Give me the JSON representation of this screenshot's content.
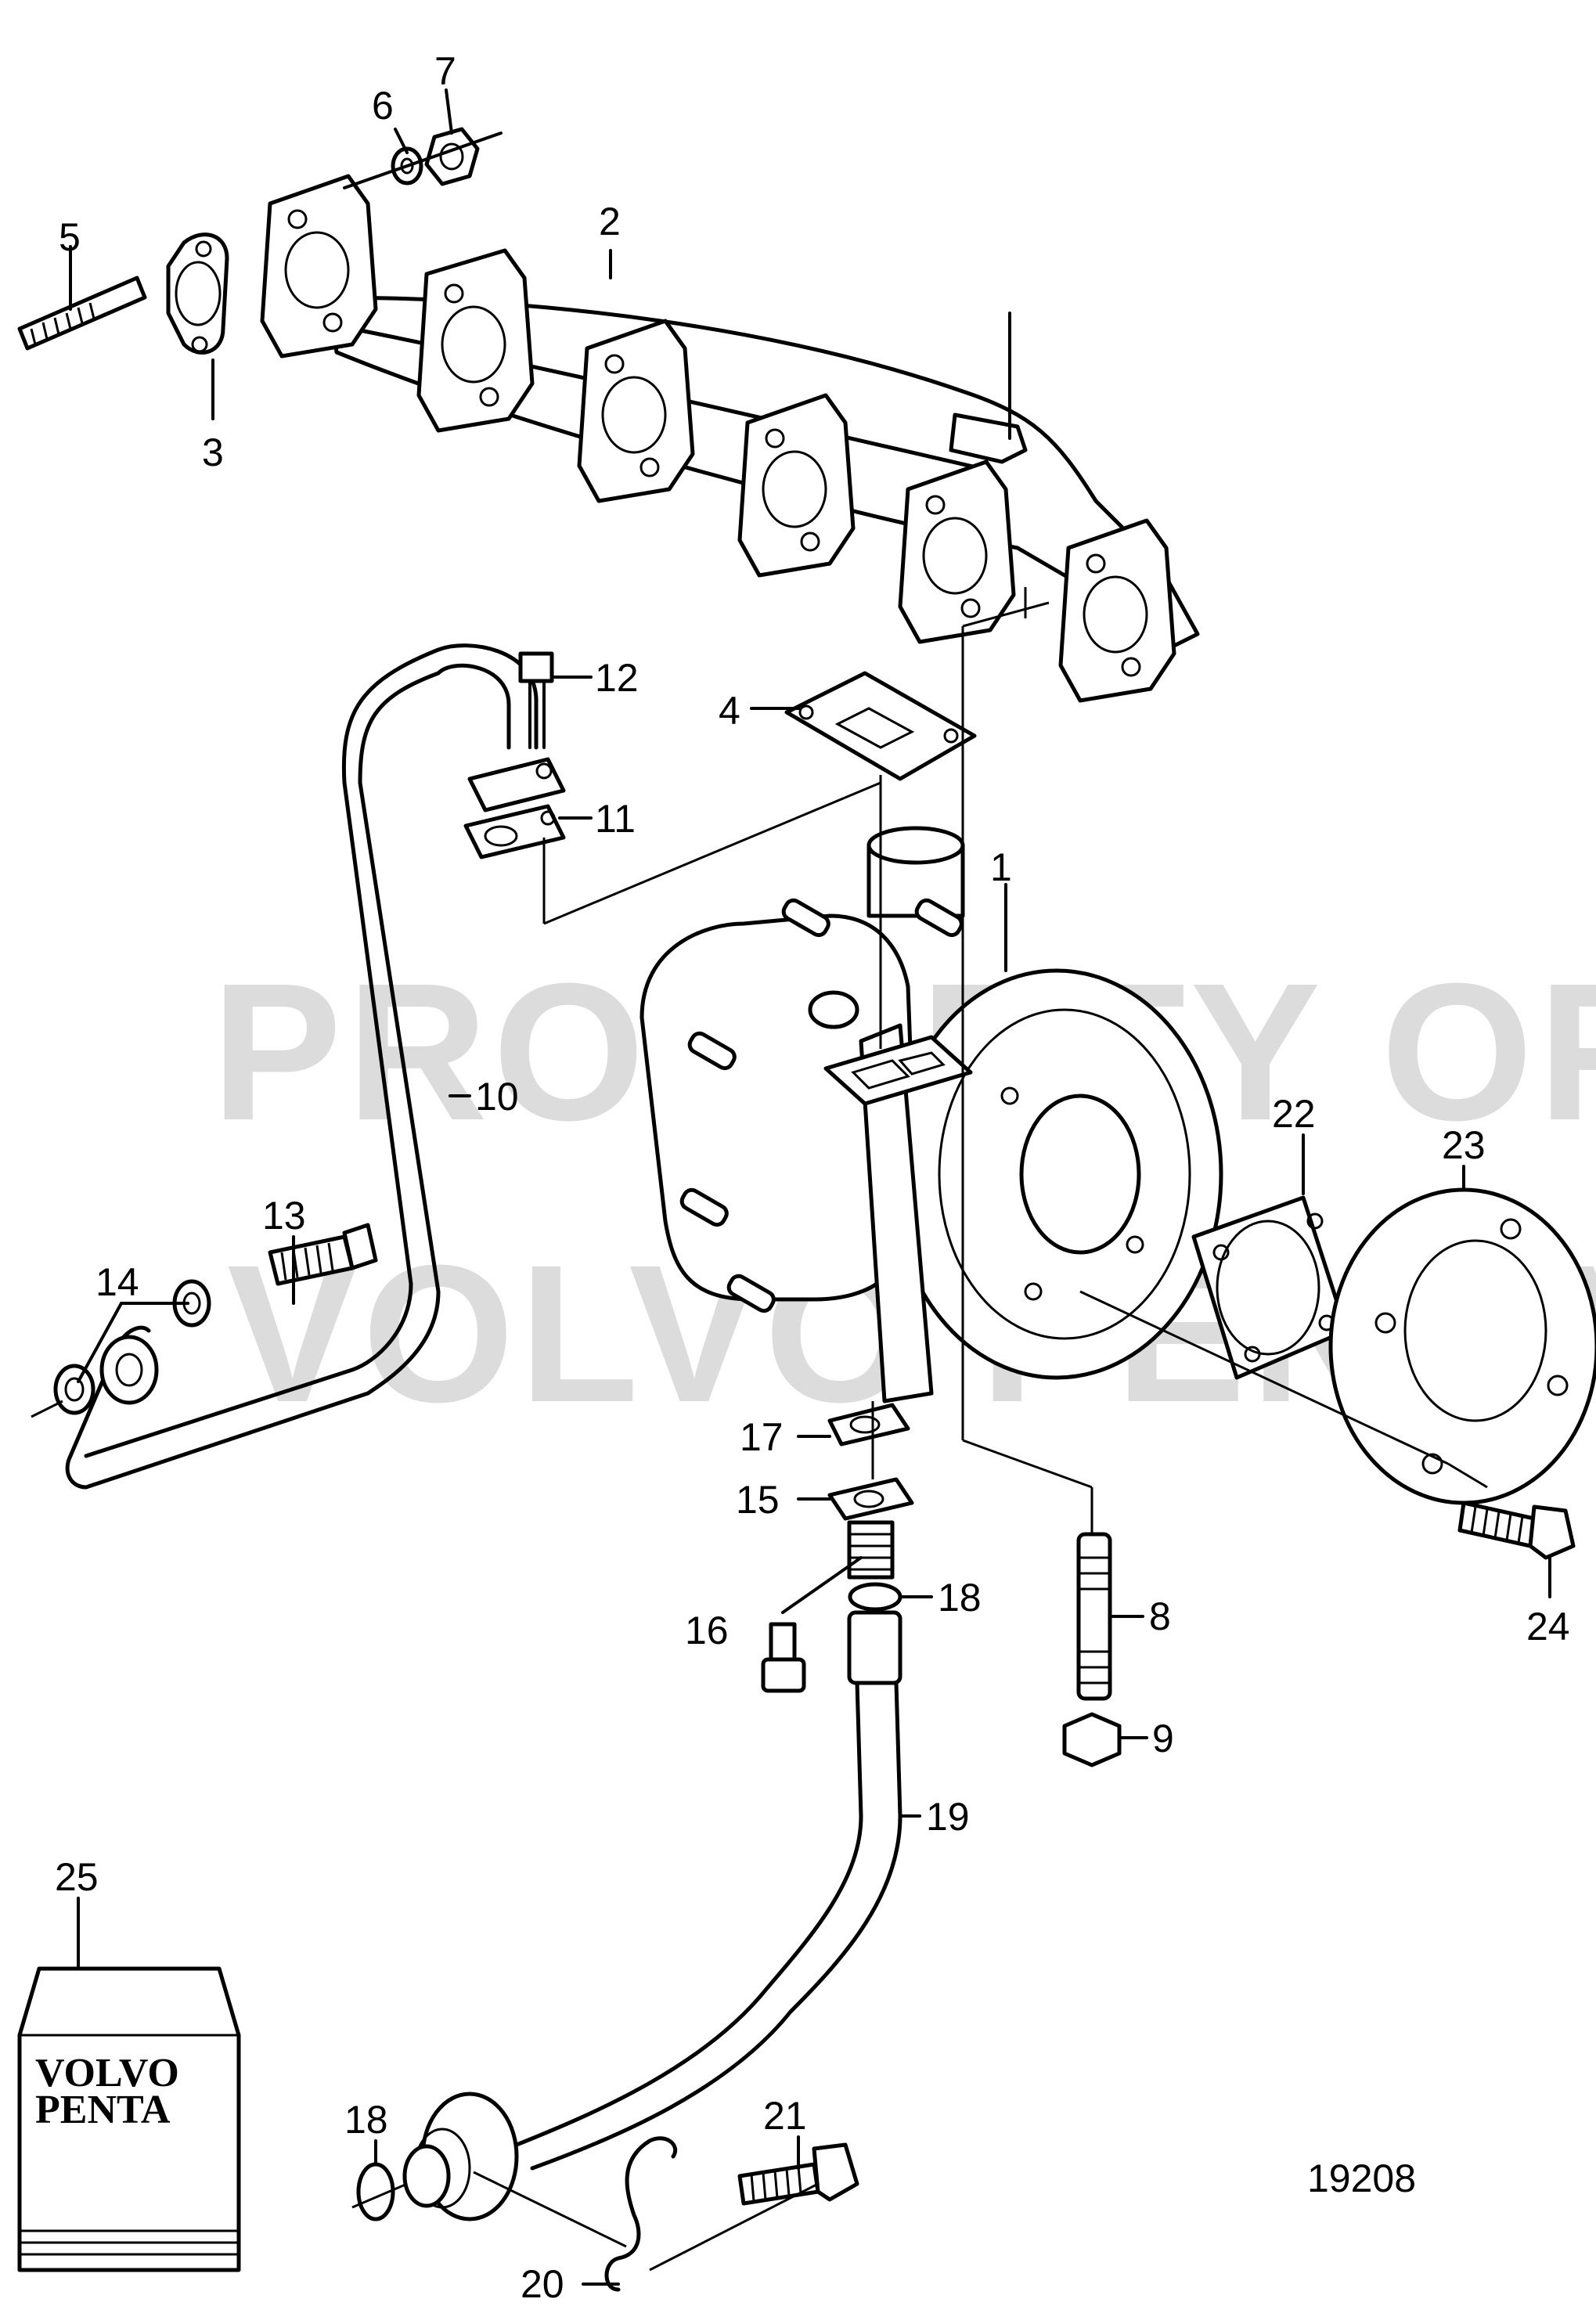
{
  "diagram": {
    "watermark_line1": "PROPERTY OF",
    "watermark_line2": "VOLVO PENTA",
    "drawing_number": "19208",
    "kit_logo_line1": "VOLVO",
    "kit_logo_line2": "PENTA",
    "callouts": [
      {
        "id": "1",
        "label": "1"
      },
      {
        "id": "2",
        "label": "2"
      },
      {
        "id": "3",
        "label": "3"
      },
      {
        "id": "4",
        "label": "4"
      },
      {
        "id": "5",
        "label": "5"
      },
      {
        "id": "6",
        "label": "6"
      },
      {
        "id": "7",
        "label": "7"
      },
      {
        "id": "8",
        "label": "8"
      },
      {
        "id": "9",
        "label": "9"
      },
      {
        "id": "10",
        "label": "10"
      },
      {
        "id": "11",
        "label": "11"
      },
      {
        "id": "12",
        "label": "12"
      },
      {
        "id": "13",
        "label": "13"
      },
      {
        "id": "14",
        "label": "14"
      },
      {
        "id": "15",
        "label": "15"
      },
      {
        "id": "16",
        "label": "16"
      },
      {
        "id": "17",
        "label": "17"
      },
      {
        "id": "18a",
        "label": "18"
      },
      {
        "id": "18b",
        "label": "18"
      },
      {
        "id": "19",
        "label": "19"
      },
      {
        "id": "20",
        "label": "20"
      },
      {
        "id": "21",
        "label": "21"
      },
      {
        "id": "22",
        "label": "22"
      },
      {
        "id": "23",
        "label": "23"
      },
      {
        "id": "24",
        "label": "24"
      },
      {
        "id": "25",
        "label": "25"
      }
    ]
  }
}
